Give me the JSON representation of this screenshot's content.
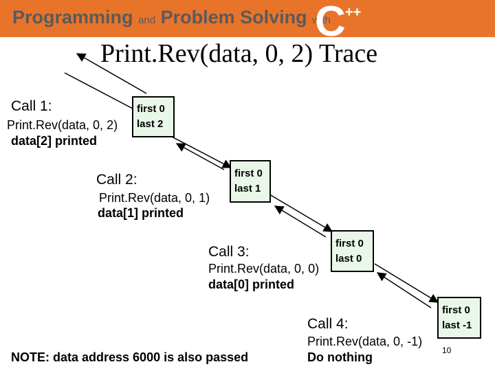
{
  "header": {
    "word1": "Programming",
    "word2": "and",
    "word3": "Problem Solving",
    "word4": "with",
    "logo_letter": "C",
    "logo_plus": "++"
  },
  "title": "Print.Rev(data, 0, 2) Trace",
  "calls": [
    {
      "label": "Call 1:",
      "invocation": "Print.Rev(data, 0, 2)",
      "result": "data[2] printed",
      "frame_first": "first 0",
      "frame_last": "last 2"
    },
    {
      "label": "Call 2:",
      "invocation": "Print.Rev(data, 0, 1)",
      "result": "data[1] printed",
      "frame_first": "first 0",
      "frame_last": "last 1"
    },
    {
      "label": "Call 3:",
      "invocation": "Print.Rev(data, 0, 0)",
      "result": "data[0] printed",
      "frame_first": "first 0",
      "frame_last": "last 0"
    },
    {
      "label": "Call 4:",
      "invocation": "Print.Rev(data, 0, -1)",
      "result": "Do nothing",
      "frame_first": "first 0",
      "frame_last": "last -1"
    }
  ],
  "note": "NOTE:  data address 6000 is also passed",
  "page_number": "10",
  "colors": {
    "banner": "#e8742a",
    "frame_fill": "#e9f7e9",
    "logo_fill": "#ffffff"
  }
}
